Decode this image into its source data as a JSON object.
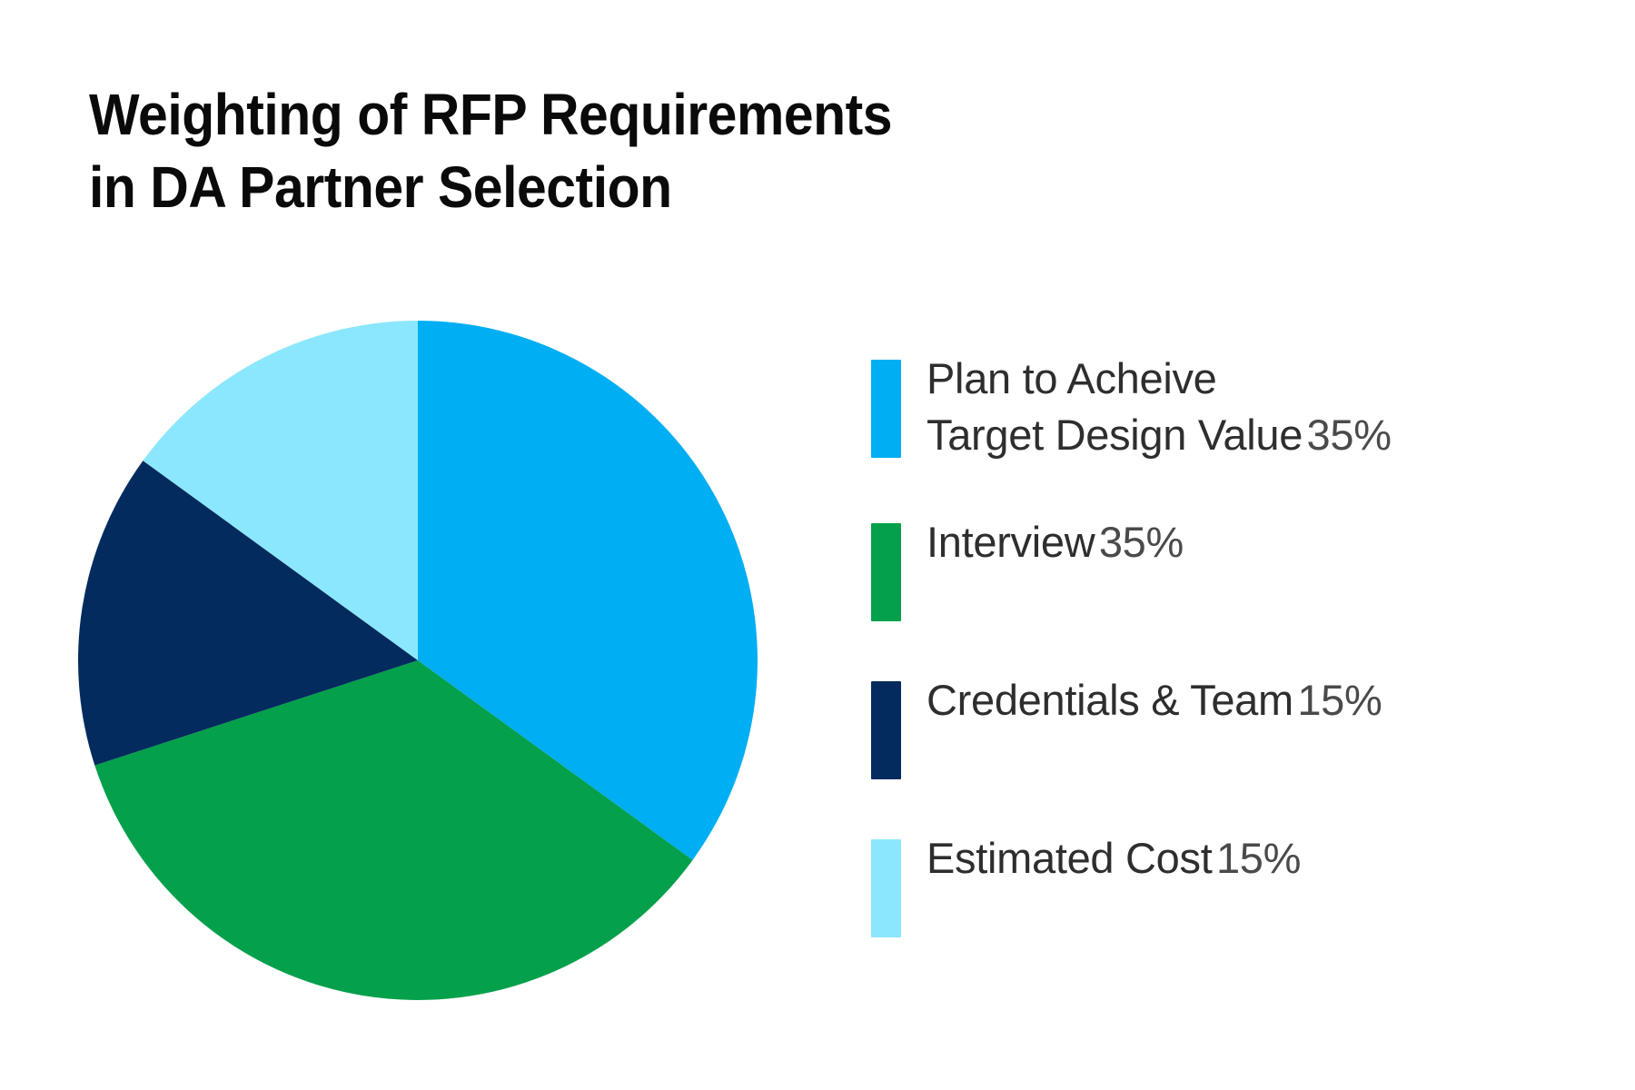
{
  "title": "Weighting of RFP Requirements\nin DA Partner Selection",
  "background_color": "#FFFFFF",
  "title_color": "#0A0A0A",
  "legend": {
    "label_color": "#2E2E2E",
    "value_color": "#4A4A4A",
    "items": [
      {
        "label": "Plan to Acheive\nTarget Design Value",
        "value": "35%",
        "color": "#00AEF3"
      },
      {
        "label": "Interview",
        "value": "35%",
        "color": "#04A04B"
      },
      {
        "label": "Credentials & Team",
        "value": "15%",
        "color": "#042B5E"
      },
      {
        "label": "Estimated Cost",
        "value": "15%",
        "color": "#8BE7FD"
      }
    ]
  },
  "chart_data": {
    "type": "pie",
    "title": "Weighting of RFP Requirements in DA Partner Selection",
    "categories": [
      "Plan to Acheive Target Design Value",
      "Interview",
      "Credentials & Team",
      "Estimated Cost"
    ],
    "values": [
      35,
      35,
      15,
      15
    ],
    "value_labels": [
      "35%",
      "35%",
      "15%",
      "15%"
    ],
    "colors": [
      "#00AEF3",
      "#04A04B",
      "#042B5E",
      "#8BE7FD"
    ],
    "unit": "percent",
    "total": 100,
    "start_angle_deg": 0,
    "direction": "clockwise",
    "legend_position": "right",
    "grid": false,
    "xlabel": "",
    "ylabel": ""
  }
}
